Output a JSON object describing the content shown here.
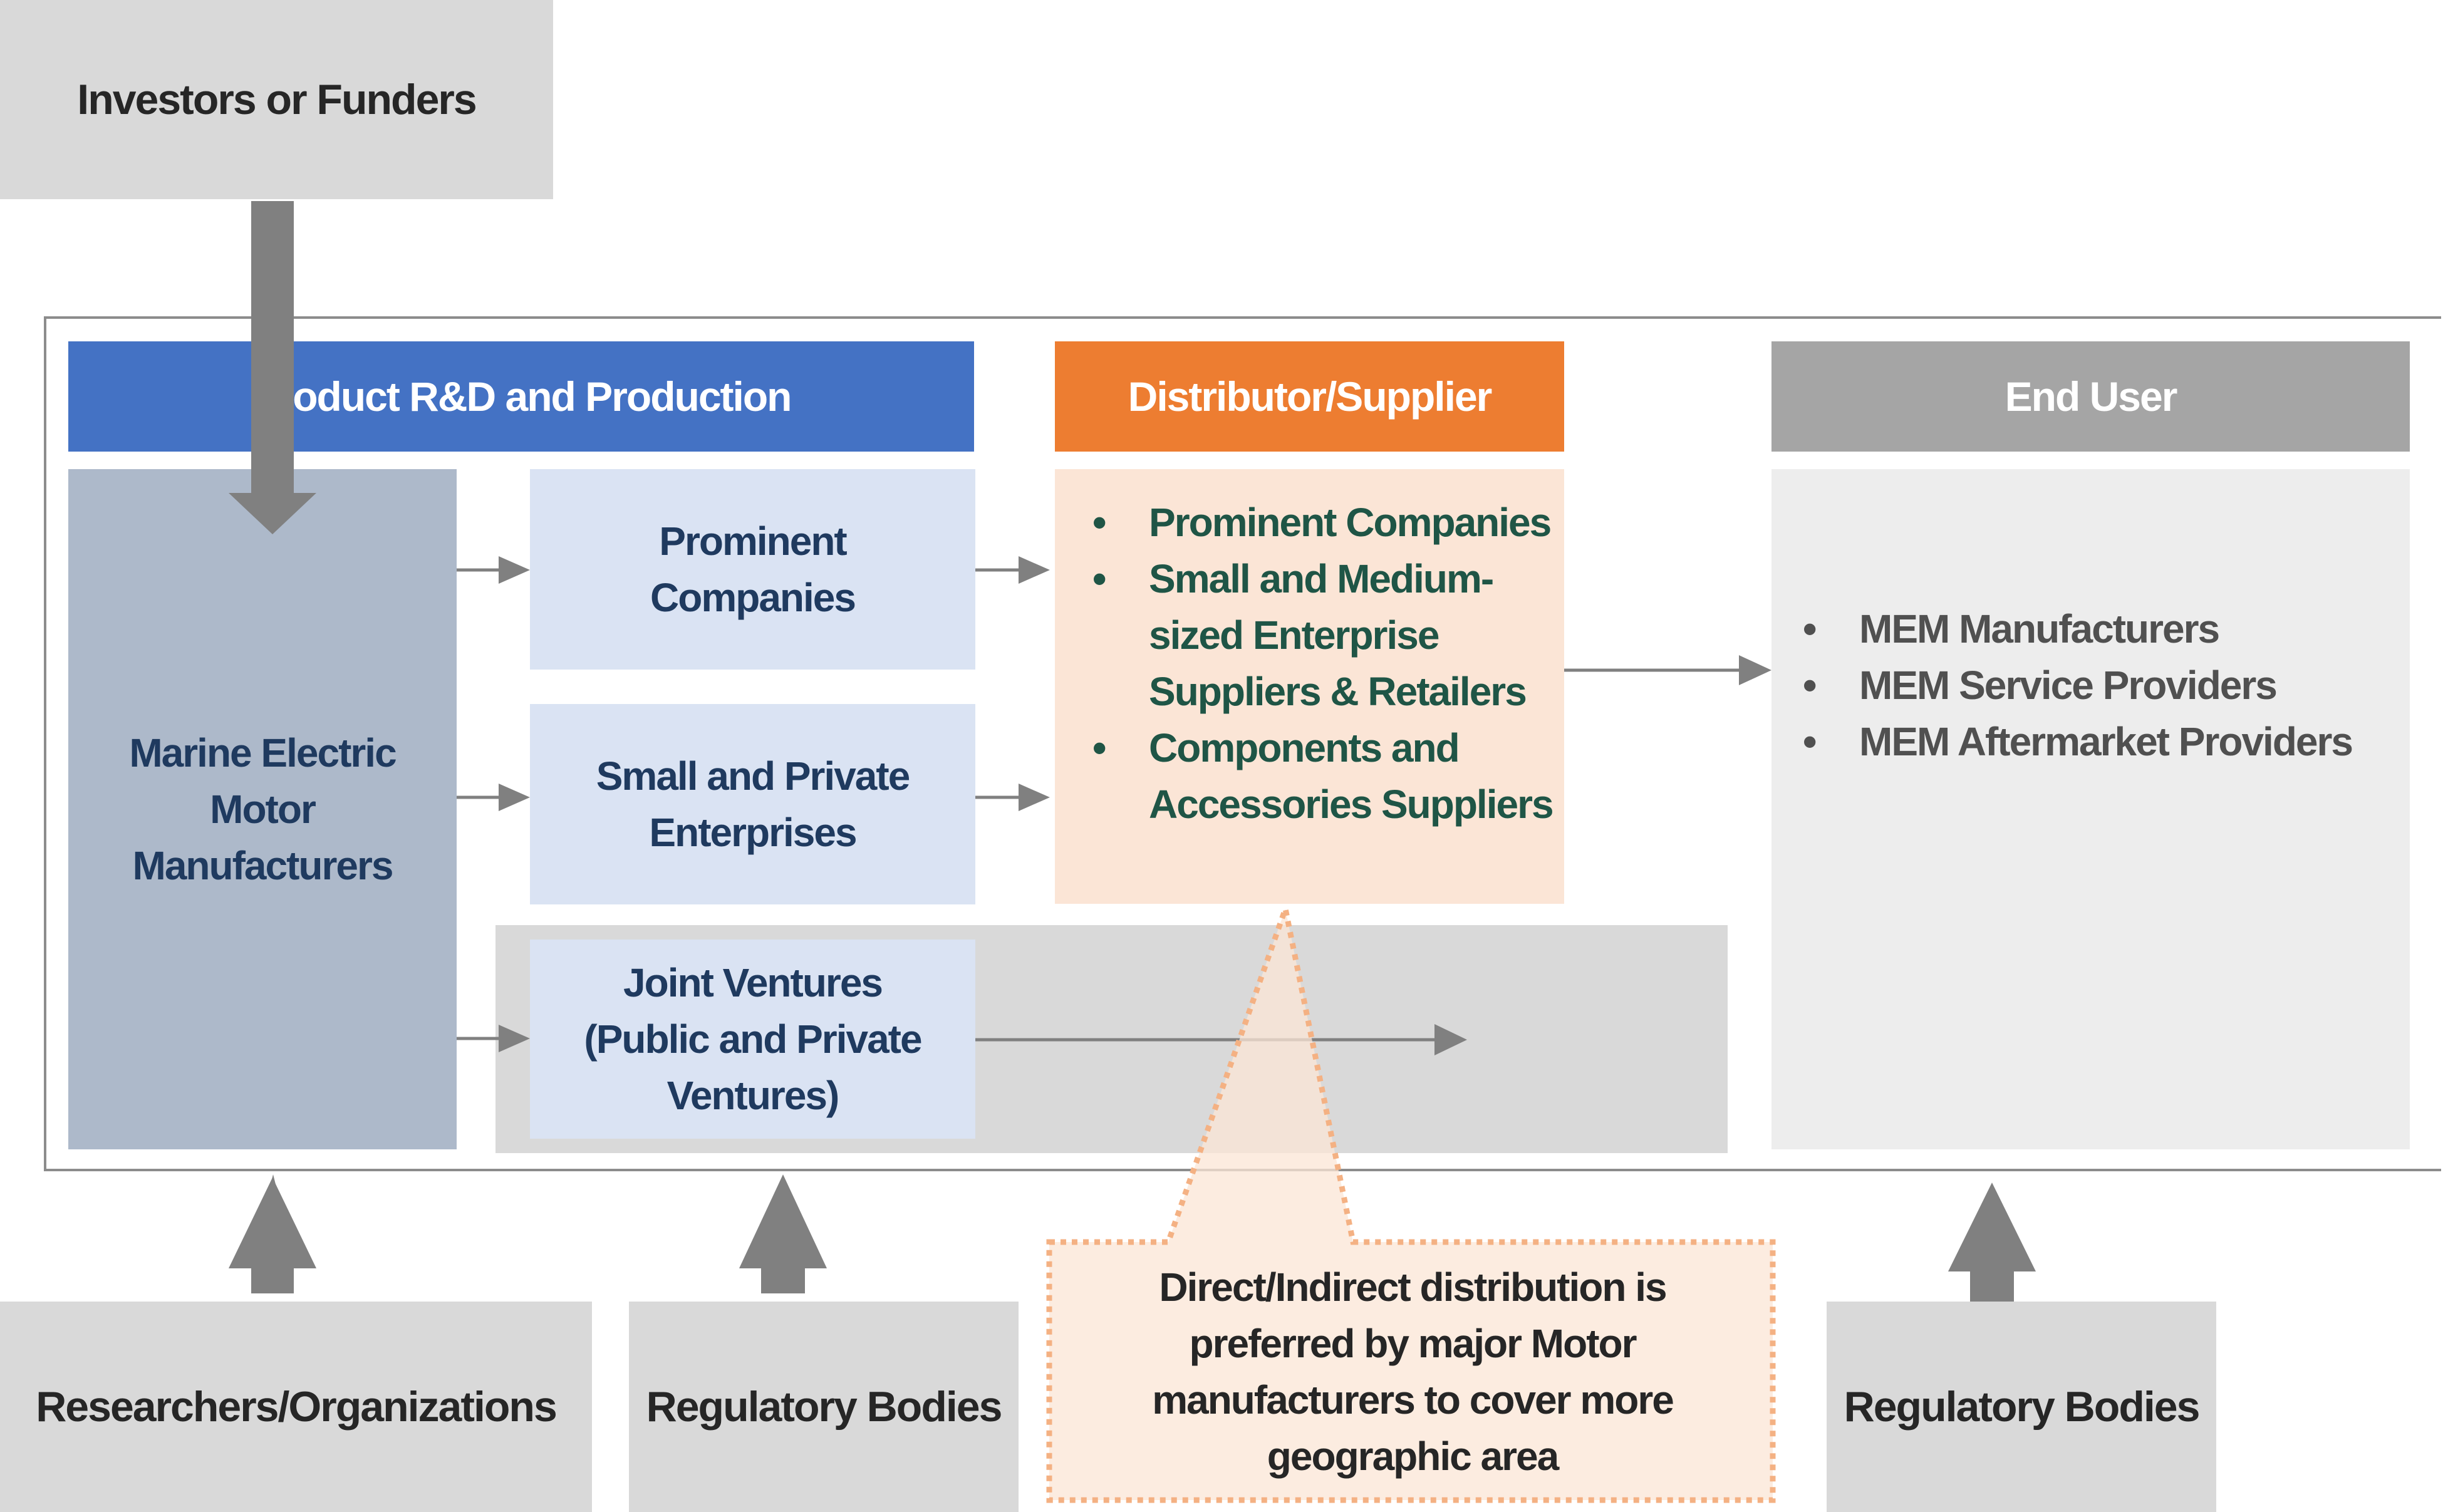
{
  "top": {
    "investors": "Investors or Funders"
  },
  "headers": {
    "rnd": "Product R&D and Production",
    "distributor": "Distributor/Supplier",
    "end_user": "End User"
  },
  "rnd": {
    "manufacturers": [
      "Marine Electric",
      "Motor",
      "Manufacturers"
    ],
    "prominent": [
      "Prominent",
      "Companies"
    ],
    "small_private": [
      "Small and Private",
      "Enterprises"
    ],
    "joint_ventures": [
      "Joint Ventures",
      "(Public and Private",
      "Ventures)"
    ]
  },
  "distributor": {
    "items": [
      [
        "Prominent Companies"
      ],
      [
        "Small and Medium-",
        "sized Enterprise",
        "Suppliers & Retailers"
      ],
      [
        "Components and",
        "Accessories Suppliers"
      ]
    ]
  },
  "end_user": {
    "items": [
      "MEM Manufacturers",
      "MEM Service Providers",
      "MEM Aftermarket Providers"
    ]
  },
  "callout": [
    "Direct/Indirect distribution is",
    "preferred by major Motor",
    "manufacturers to cover more",
    "geographic area"
  ],
  "bottom": {
    "researchers": "Researchers/Organizations",
    "regulatory_left": "Regulatory Bodies",
    "regulatory_right": "Regulatory Bodies"
  },
  "bullet_glyph": "•",
  "colors": {
    "blue_header": "#4472c4",
    "orange_header": "#ed7d31",
    "gray_header": "#a5a5a5",
    "manufacturer_box": "#adb9ca",
    "light_blue_box": "#dae3f3",
    "peach_box": "#fbe5d6",
    "end_user_box": "#ededed",
    "arrow": "#808080",
    "distributor_text": "#1f5546"
  }
}
